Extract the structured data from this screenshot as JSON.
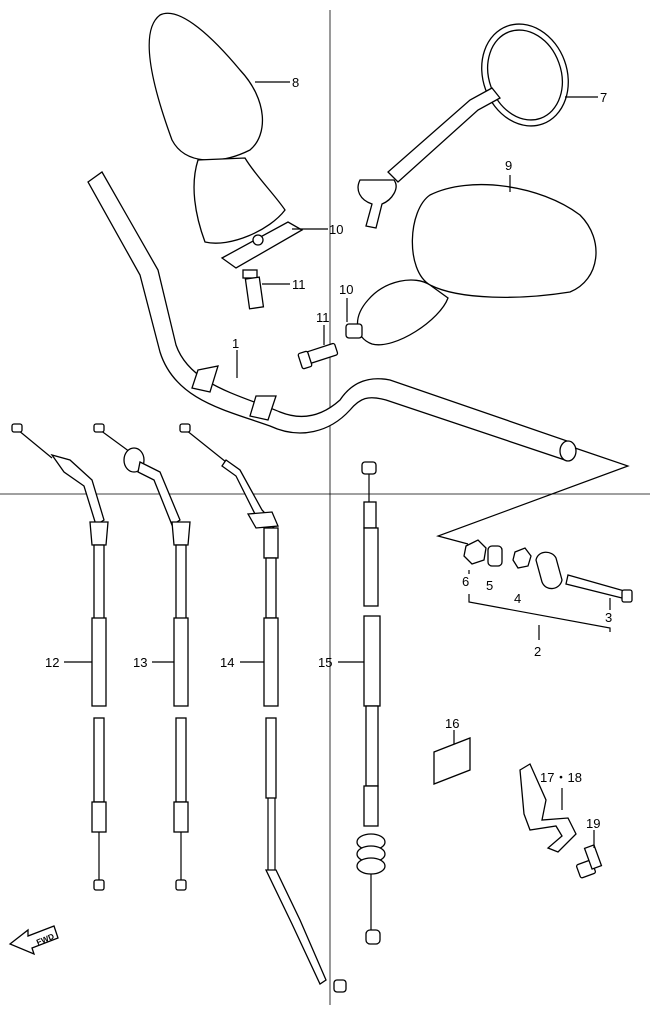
{
  "labels": {
    "l1": "1",
    "l2": "2",
    "l3": "3",
    "l4": "4",
    "l5": "5",
    "l6": "6",
    "l7": "7",
    "l8": "8",
    "l9": "9",
    "l10a": "10",
    "l10b": "10",
    "l11a": "11",
    "l11b": "11",
    "l12": "12",
    "l13": "13",
    "l14": "14",
    "l15": "15",
    "l16": "16",
    "l1718": "17・18",
    "l19": "19"
  },
  "fwd_label": "FWD"
}
